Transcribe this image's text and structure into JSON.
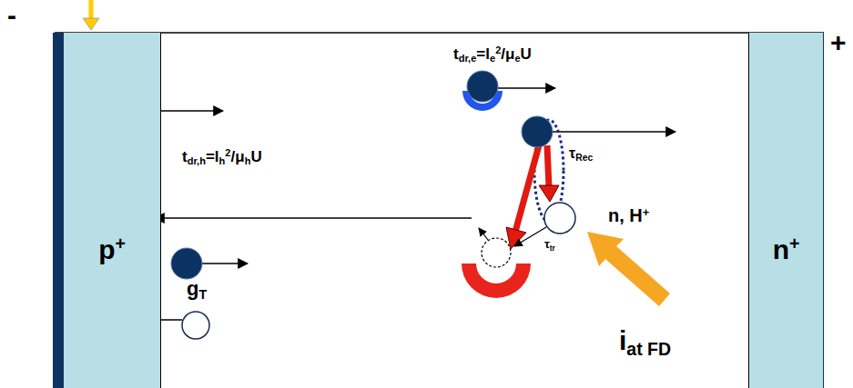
{
  "diagram": {
    "nodes": [
      {
        "text": [
          "p+"
        ]
      },
      {
        "text": [
          "n+"
        ]
      }
    ],
    "labels": [
      "-",
      "+",
      "tdr,e=le2/μeU",
      "tdr,h=lh2/μhU",
      "τRec",
      "τtr",
      "n, H+",
      "gT",
      "iat FD"
    ]
  }
}
